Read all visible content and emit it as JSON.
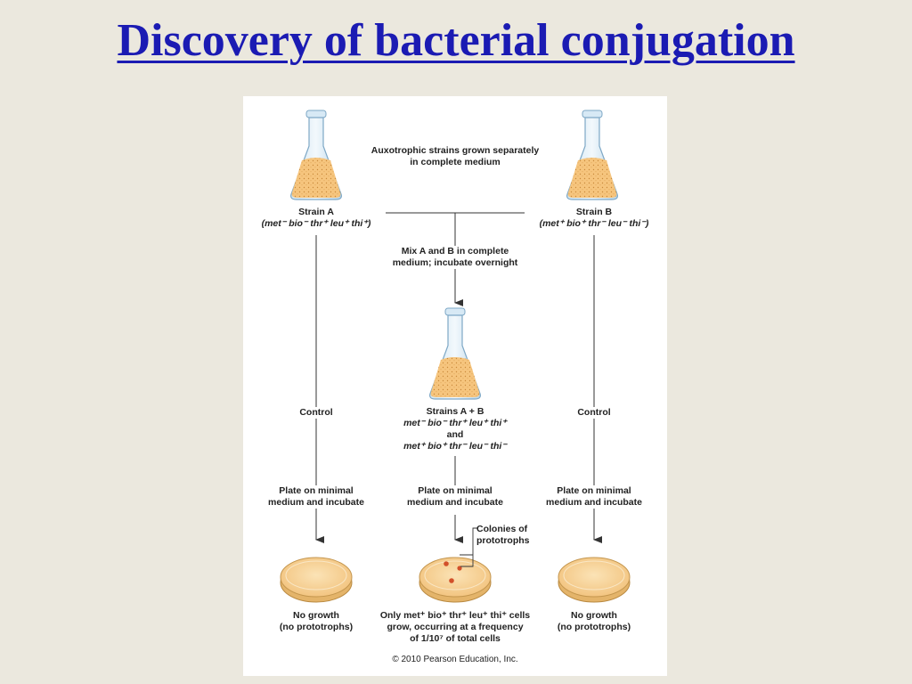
{
  "slide": {
    "title": "Discovery of bacterial conjugation"
  },
  "figure": {
    "top_note_line1": "Auxotrophic strains grown separately",
    "top_note_line2": "in complete medium",
    "strain_a": {
      "name": "Strain A",
      "genotype": "(met⁻ bio⁻ thr⁺ leu⁺ thi⁺)"
    },
    "strain_b": {
      "name": "Strain B",
      "genotype": "(met⁺ bio⁺ thr⁻ leu⁻ thi⁻)"
    },
    "mix_step_line1": "Mix A and B in complete",
    "mix_step_line2": "medium; incubate overnight",
    "control_left": "Control",
    "control_right": "Control",
    "mixed": {
      "name": "Strains A + B",
      "genotype1": "met⁻ bio⁻ thr⁺ leu⁺ thi⁺",
      "and": "and",
      "genotype2": "met⁺ bio⁺ thr⁻ leu⁻ thi⁻"
    },
    "plate_step_line1": "Plate on minimal",
    "plate_step_line2": "medium and incubate",
    "colonies_line1": "Colonies of",
    "colonies_line2": "prototrophs",
    "result_left_line1": "No growth",
    "result_left_line2": "(no prototrophs)",
    "result_right_line1": "No growth",
    "result_right_line2": "(no prototrophs)",
    "result_center_line1": "Only met⁺ bio⁺ thr⁺ leu⁺ thi⁺ cells",
    "result_center_line2": "grow, occurring at a frequency",
    "result_center_line3": "of 1/10⁷ of total cells",
    "copyright": "© 2010 Pearson Education, Inc."
  },
  "colors": {
    "title": "#1b1bb3",
    "background": "#ebe8de",
    "culture": "#f6c57e",
    "colony": "#d2502a",
    "plate_agar": "#f8d8a2"
  }
}
